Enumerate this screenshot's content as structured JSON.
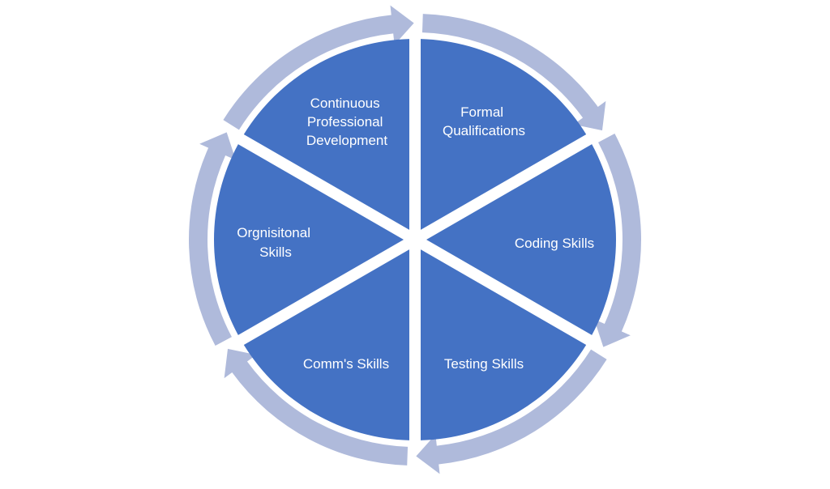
{
  "diagram": {
    "segments": [
      {
        "id": "formal-qualifications",
        "lines": [
          "Formal",
          "Qualifications"
        ]
      },
      {
        "id": "coding-skills",
        "lines": [
          "Coding Skills"
        ]
      },
      {
        "id": "testing-skills",
        "lines": [
          "Testing Skills"
        ]
      },
      {
        "id": "comms-skills",
        "lines": [
          "Comm's Skills"
        ]
      },
      {
        "id": "orgnisitonal-skills",
        "lines": [
          "Orgnisitonal",
          "Skills"
        ]
      },
      {
        "id": "continuous-professional-development",
        "lines": [
          "Continuous",
          "Professional",
          "Development"
        ]
      }
    ],
    "colors": {
      "segment_fill": "#4472c4",
      "arrow_fill": "#afbadb",
      "background": "#ffffff",
      "label": "#ffffff"
    }
  }
}
